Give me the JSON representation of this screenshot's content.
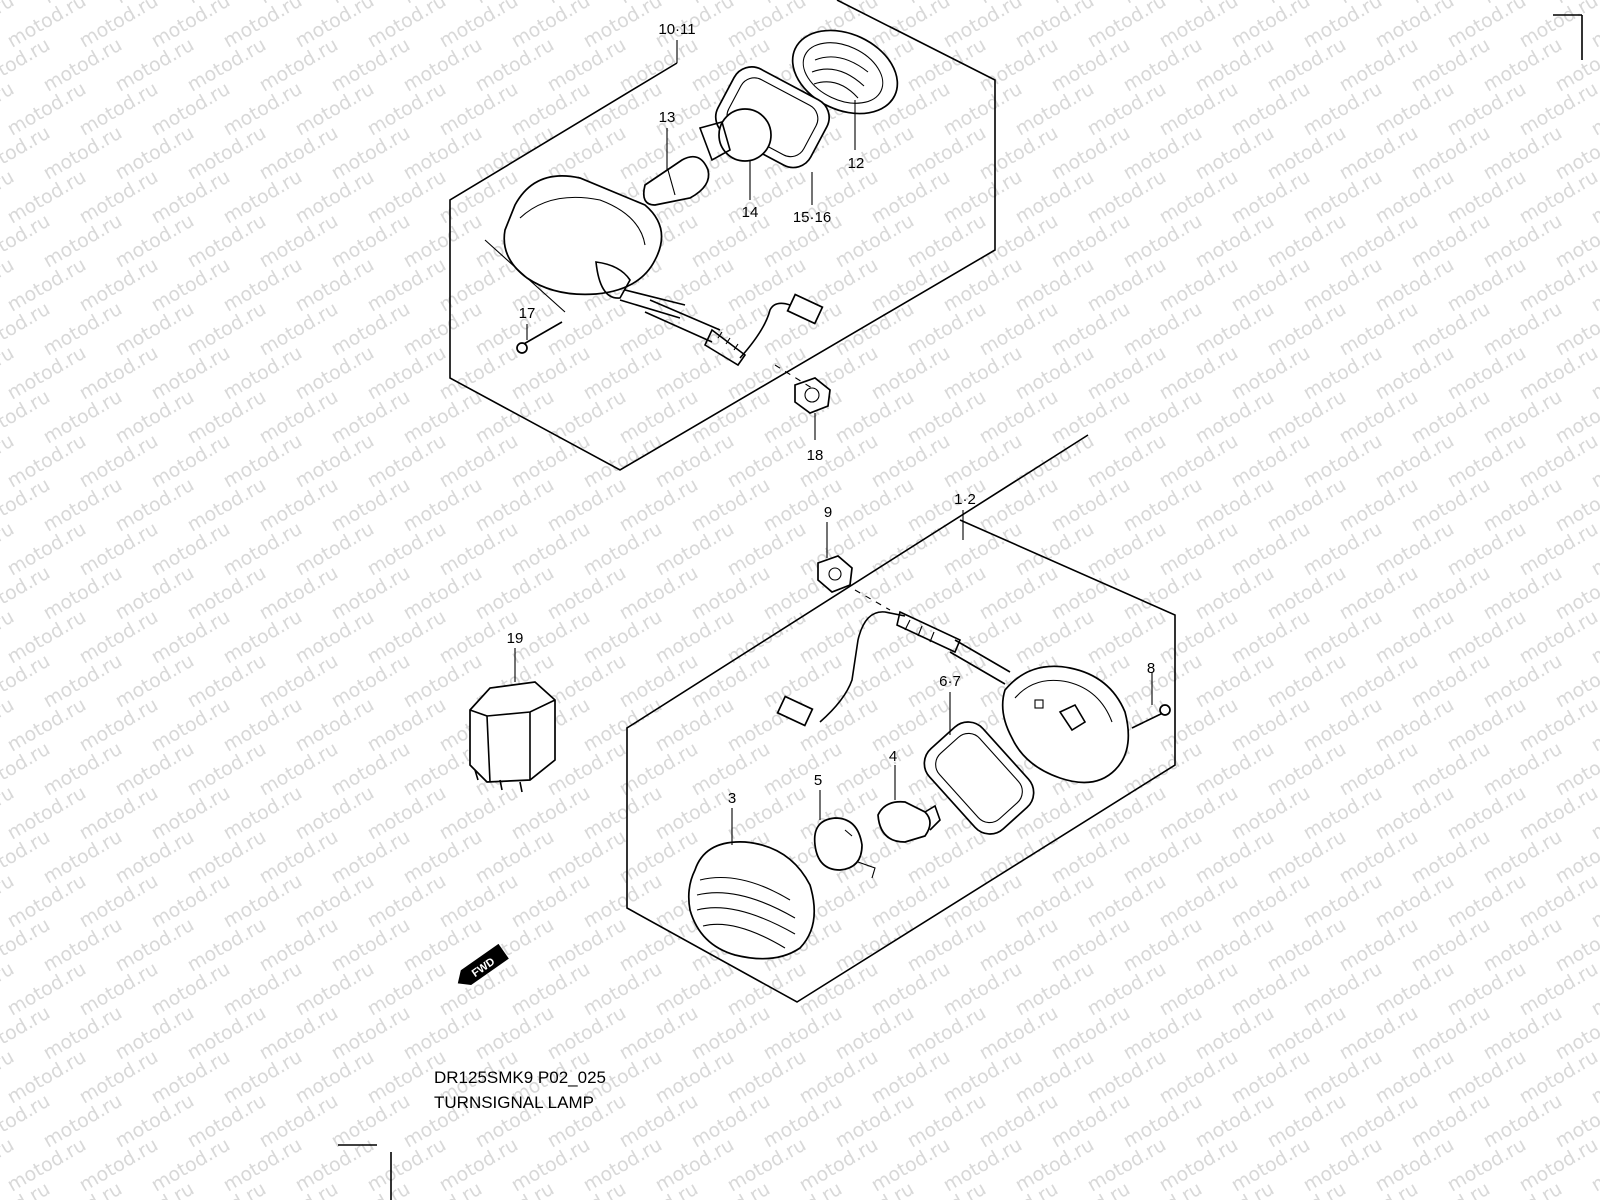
{
  "watermark": "motod.ru",
  "callouts": {
    "c10_11": "10·11",
    "c12": "12",
    "c13": "13",
    "c14": "14",
    "c15_16": "15·16",
    "c17": "17",
    "c18": "18",
    "c1_2": "1·2",
    "c9": "9",
    "c8": "8",
    "c6_7": "6·7",
    "c4": "4",
    "c5": "5",
    "c3": "3",
    "c19": "19"
  },
  "fwd_label": "FWD",
  "caption": {
    "code": "DR125SMK9 P02_025",
    "title": "TURNSIGNAL LAMP"
  }
}
